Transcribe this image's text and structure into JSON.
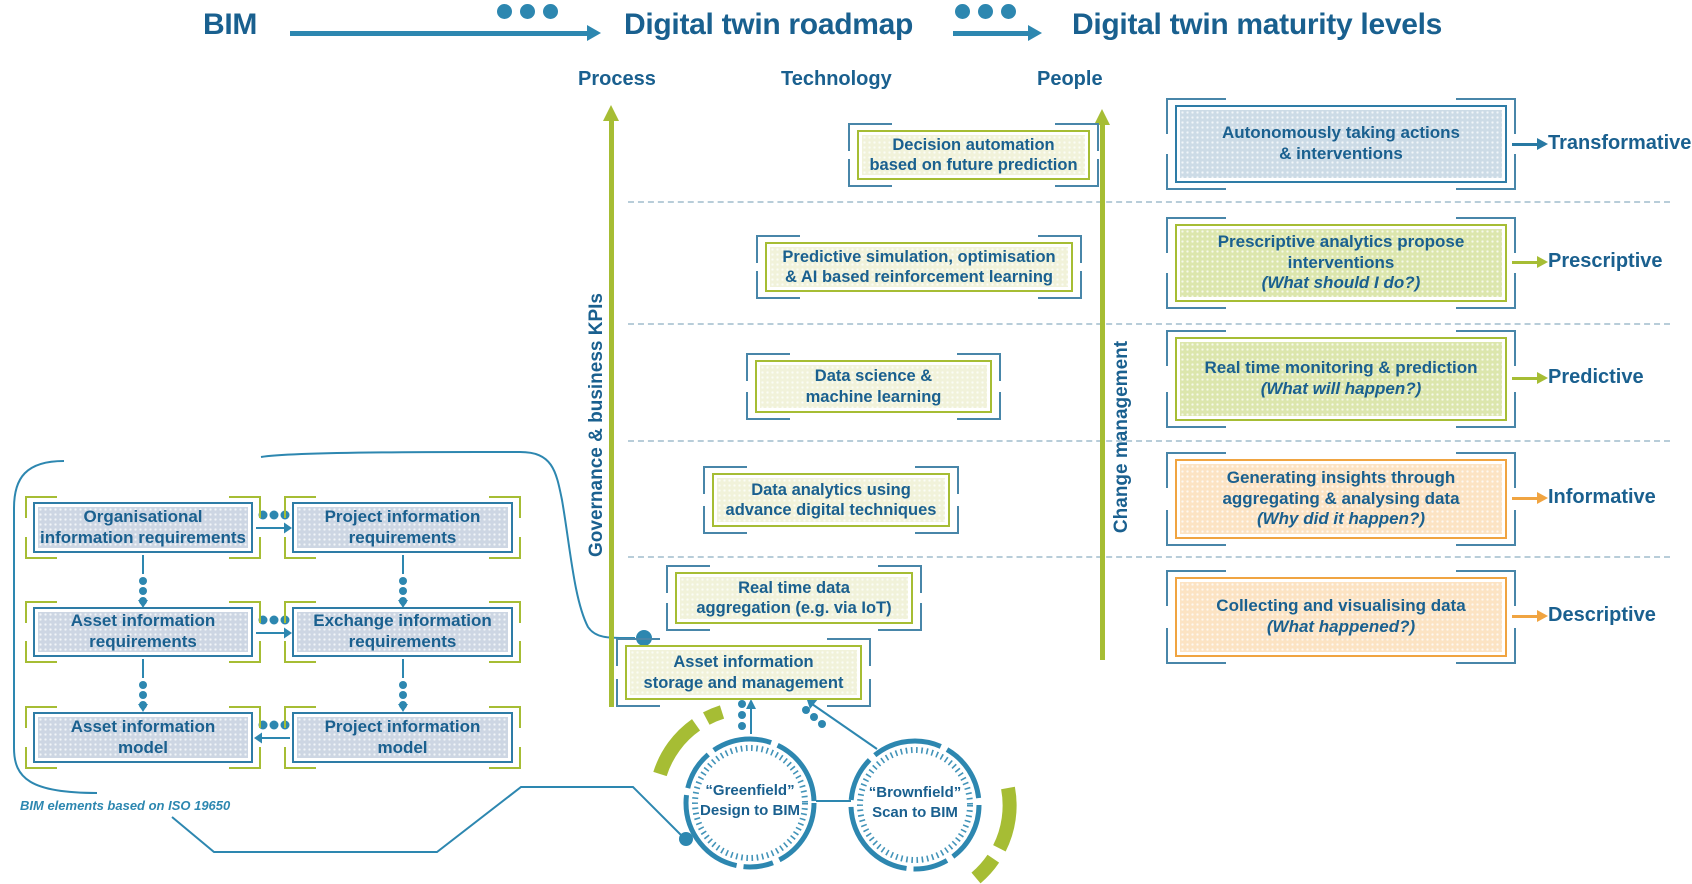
{
  "header": {
    "bim": "BIM",
    "roadmap_title": "Digital twin roadmap",
    "maturity_title": "Digital twin maturity levels"
  },
  "columns": {
    "process": "Process",
    "technology": "Technology",
    "people": "People"
  },
  "axes": {
    "process_axis_label": "Governance & business KPIs",
    "people_axis_label": "Change management"
  },
  "roadmap_boxes": [
    {
      "line1": "Decision automation",
      "line2": "based on future prediction"
    },
    {
      "line1": "Predictive simulation, optimisation",
      "line2": "& AI based reinforcement learning"
    },
    {
      "line1": "Data science &",
      "line2": "machine learning"
    },
    {
      "line1": "Data analytics using",
      "line2": "advance digital techniques"
    },
    {
      "line1": "Real time data",
      "line2": "aggregation (e.g. via IoT)"
    },
    {
      "line1": "Asset information",
      "line2": "storage and management"
    }
  ],
  "maturity": {
    "items": [
      {
        "line1": "Autonomously taking actions",
        "line2": "& interventions",
        "question": "",
        "label": "Transformative",
        "tone": "blue"
      },
      {
        "line1": "Prescriptive analytics propose",
        "line2": "interventions",
        "question": "(What should I do?)",
        "label": "Prescriptive",
        "tone": "green"
      },
      {
        "line1": "Real time monitoring & prediction",
        "line2": "",
        "question": "(What will happen?)",
        "label": "Predictive",
        "tone": "green"
      },
      {
        "line1": "Generating insights through",
        "line2": "aggregating & analysing data",
        "question": "(Why did it happen?)",
        "label": "Informative",
        "tone": "orange"
      },
      {
        "line1": "Collecting and visualising data",
        "line2": "",
        "question": "(What happened?)",
        "label": "Descriptive",
        "tone": "orange"
      }
    ]
  },
  "bim": {
    "boxes": [
      {
        "line1": "Organisational",
        "line2": "information requirements"
      },
      {
        "line1": "Project information",
        "line2": "requirements"
      },
      {
        "line1": "Asset information",
        "line2": "requirements"
      },
      {
        "line1": "Exchange information",
        "line2": "requirements"
      },
      {
        "line1": "Asset information",
        "line2": "model"
      },
      {
        "line1": "Project information",
        "line2": "model"
      }
    ],
    "caption": "BIM elements based on ISO 19650"
  },
  "circles": [
    {
      "line1": "“Greenfield”",
      "line2": "Design to BIM"
    },
    {
      "line1": "“Brownfield”",
      "line2": "Scan to BIM"
    }
  ],
  "colors": {
    "text_blue": "#1a608f",
    "accent_blue": "#2d87b0",
    "box_border_blue": "#2e7ca6",
    "accent_green": "#a6bd34",
    "pale_green_fill": "#f1f2da",
    "green_fill": "#dce6ad",
    "blue_fill": "#ccdbe6",
    "bim_fill": "#cdd6e3",
    "accent_orange": "#f0a441",
    "orange_fill": "#fce3c3",
    "dash_gray": "#b8cdd9"
  }
}
